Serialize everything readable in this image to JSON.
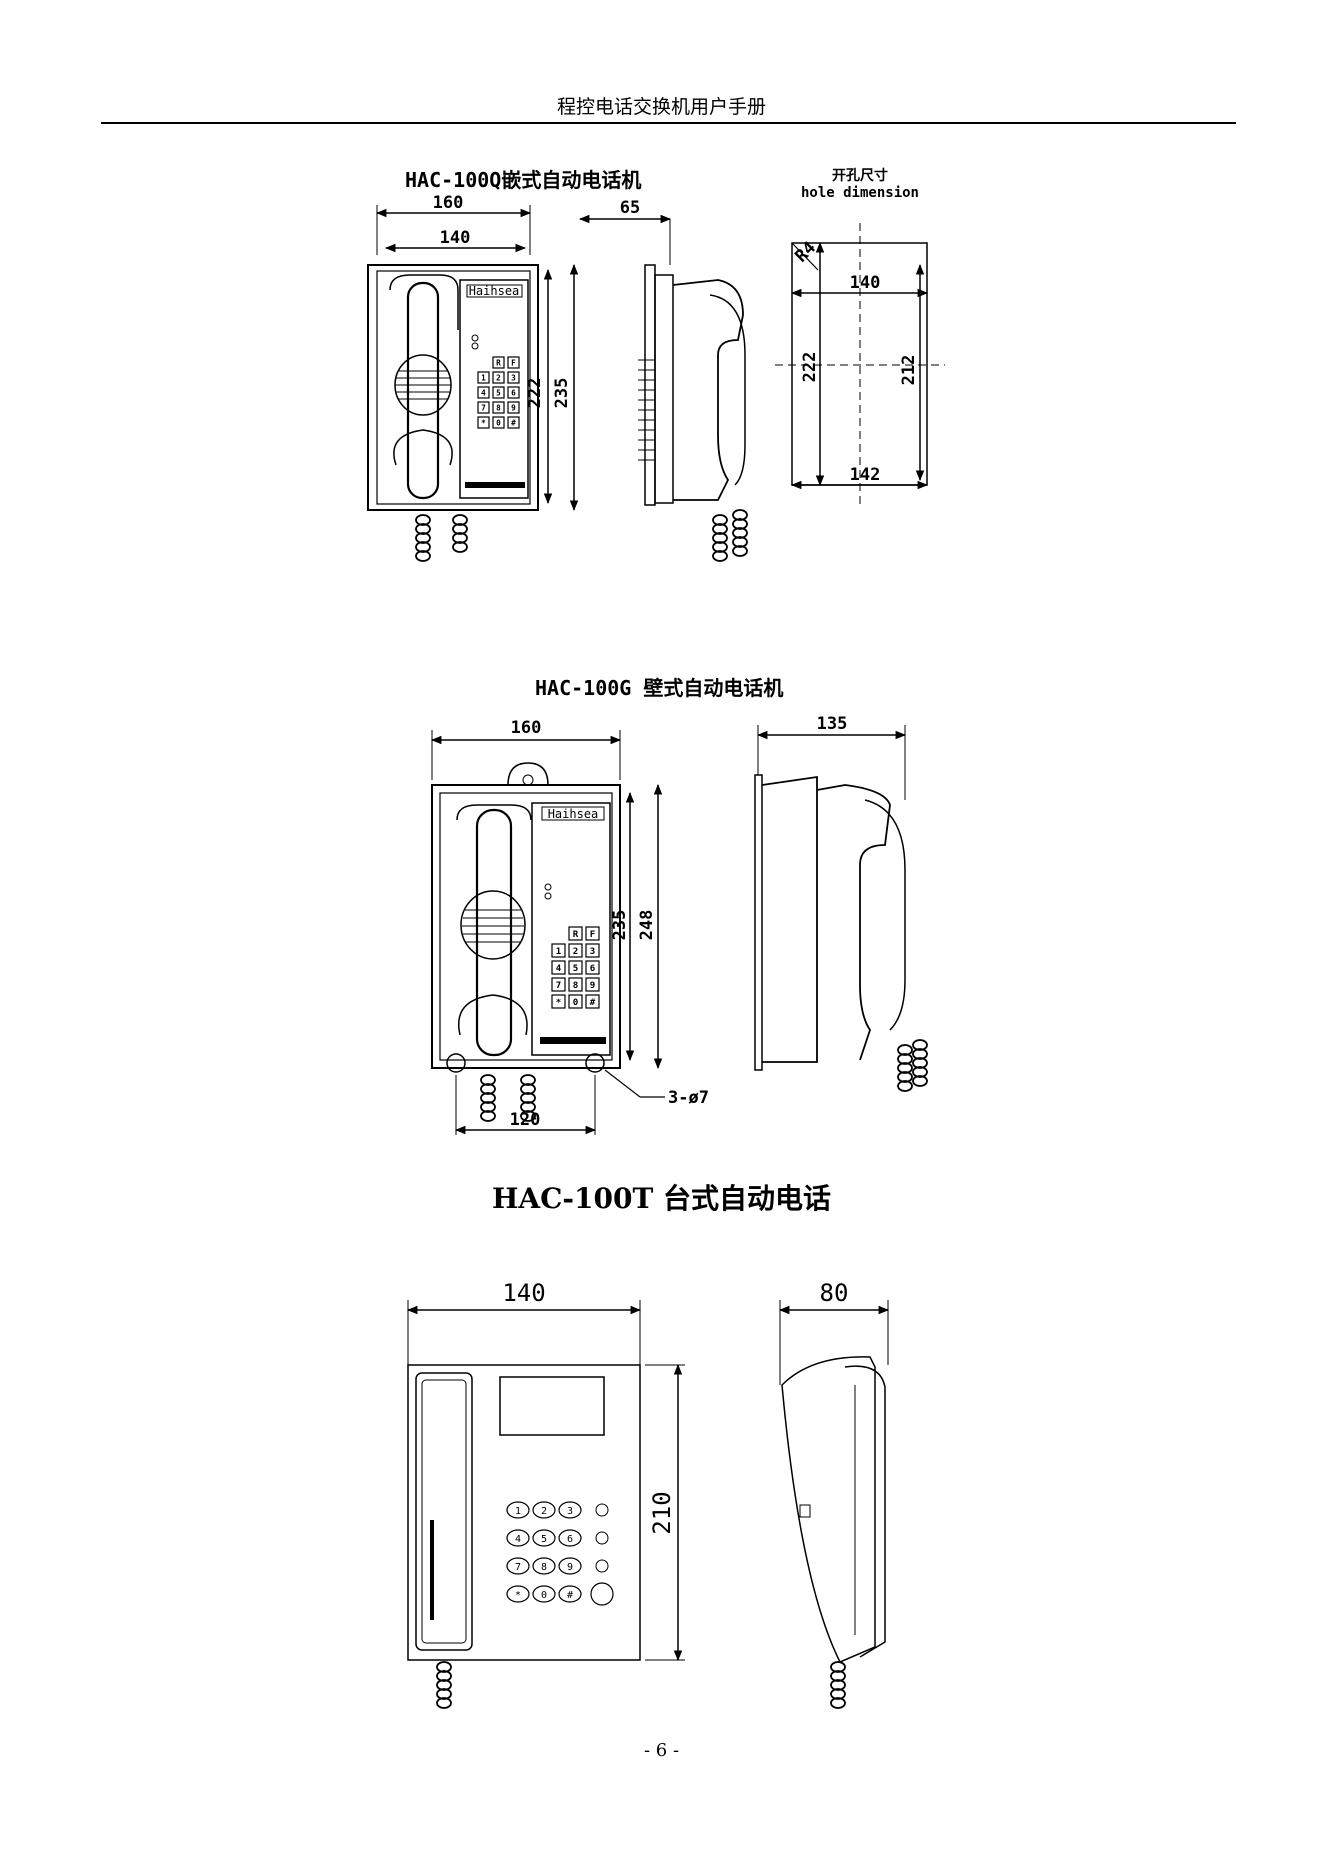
{
  "header": {
    "title": "程控电话交换机用户手册"
  },
  "figure1": {
    "title": "HAC-100Q嵌式自动电话机",
    "hole_title_cn": "开孔尺寸",
    "hole_title_en": "hole dimension",
    "brand": "Haihsea",
    "dims": {
      "w_outer": "160",
      "w_inner": "140",
      "h_inner": "222",
      "h_outer": "235",
      "depth": "65",
      "hole_w_top": "140",
      "hole_w_bottom": "142",
      "hole_h_left": "222",
      "hole_h_right": "212",
      "corner": "R4"
    }
  },
  "figure2": {
    "title": "HAC-100G 壁式自动电话机",
    "brand": "Haihsea",
    "dims": {
      "width": "160",
      "depth": "135",
      "h_inner": "235",
      "h_outer": "248",
      "bottom": "120",
      "holes": "3-ø7"
    }
  },
  "section": {
    "title": "HAC-100T 台式自动电话"
  },
  "figure3": {
    "dims": {
      "width": "140",
      "depth": "80",
      "height": "210"
    }
  },
  "keypad": {
    "keys": [
      "R",
      "F",
      "1",
      "2",
      "3",
      "4",
      "5",
      "6",
      "7",
      "8",
      "9",
      "*",
      "0",
      "#"
    ]
  },
  "footer": {
    "page": "- 6 -"
  }
}
